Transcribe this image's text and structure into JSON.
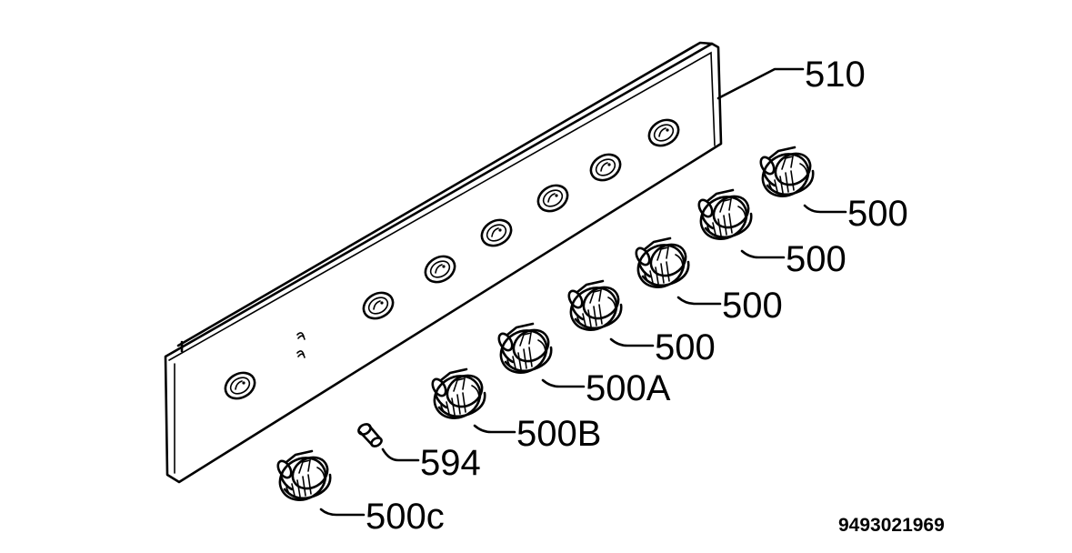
{
  "callouts": [
    {
      "id": "panel",
      "label": "510"
    },
    {
      "id": "knob1",
      "label": "500"
    },
    {
      "id": "knob2",
      "label": "500"
    },
    {
      "id": "knob3",
      "label": "500"
    },
    {
      "id": "knob4",
      "label": "500"
    },
    {
      "id": "knob5",
      "label": "500A"
    },
    {
      "id": "knob6",
      "label": "500B"
    },
    {
      "id": "pin",
      "label": "594"
    },
    {
      "id": "knob7",
      "label": "500c"
    }
  ],
  "document_number": "9493021969"
}
